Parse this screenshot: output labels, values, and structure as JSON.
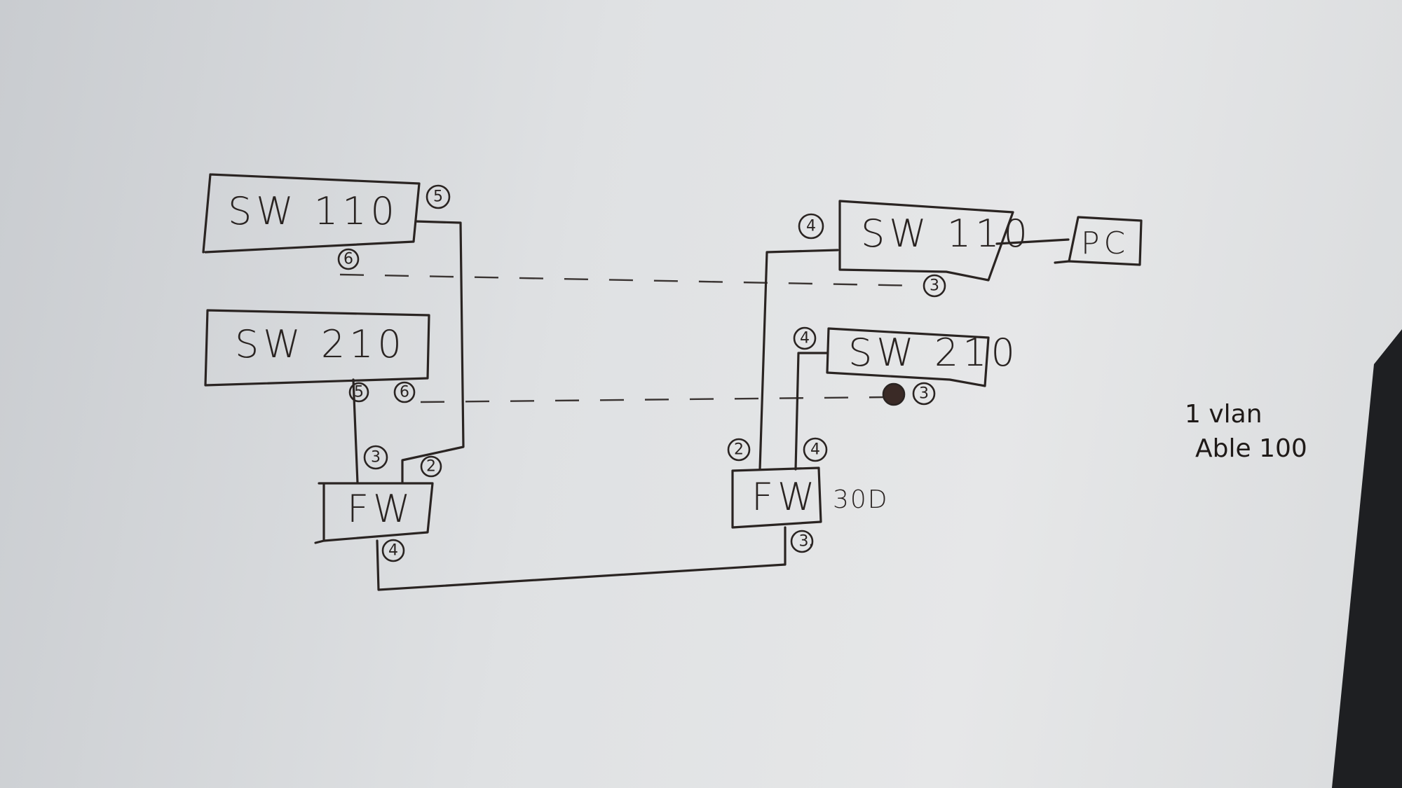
{
  "left_site": {
    "switch_top": {
      "label": "SW 110",
      "ports": [
        "5",
        "6"
      ]
    },
    "switch_bottom": {
      "label": "SW 210",
      "ports": [
        "5",
        "6"
      ]
    },
    "firewall": {
      "label": "FW",
      "ports": [
        "3",
        "2",
        "4"
      ]
    }
  },
  "right_site": {
    "switch_top": {
      "label": "SW 110",
      "ports": [
        "4",
        "3"
      ]
    },
    "switch_bottom": {
      "label": "SW 210",
      "ports": [
        "4",
        "3"
      ]
    },
    "firewall": {
      "label": "FW",
      "model": "30D",
      "ports": [
        "2",
        "4",
        "3."
      ]
    },
    "pc": {
      "label": "PC"
    }
  },
  "note": {
    "line1": "1 vlan",
    "line2": "Able 100"
  },
  "colors": {
    "ink": "#2a2422",
    "paper": "#e2e3e5"
  }
}
